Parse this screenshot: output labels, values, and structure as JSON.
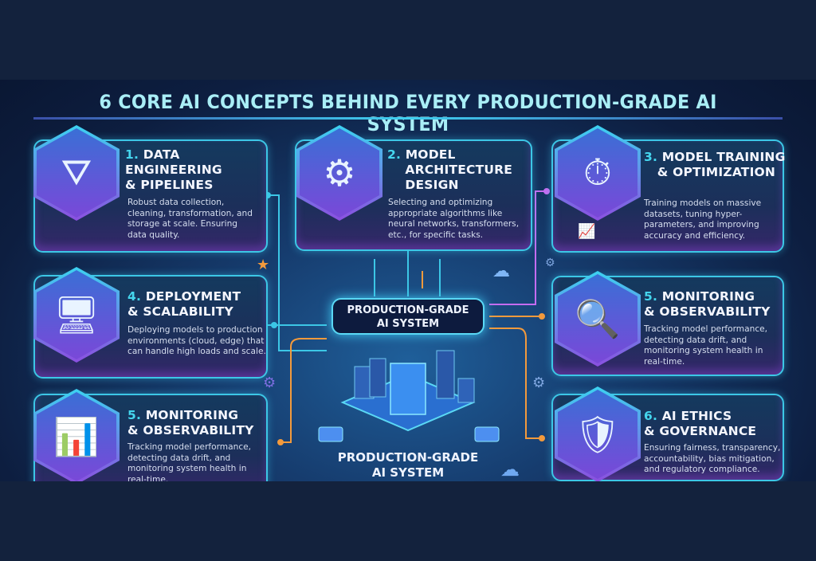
{
  "title": "6 CORE AI CONCEPTS BEHIND EVERY PRODUCTION-GRADE AI SYSTEM",
  "colors": {
    "accent_cyan": "#3cc7e6",
    "accent_orange": "#f39a3c",
    "accent_purple": "#8b4fe0",
    "background": "#0d1e40"
  },
  "cards": [
    {
      "num": "1.",
      "title_lines": [
        "DATA",
        "ENGINEERING",
        "& PIPELINES"
      ],
      "desc_lines": [
        "Robust data collection,",
        "cleaning, transformation, and",
        "storage at scale. Ensuring",
        "data quality."
      ],
      "icon": "funnel-database-icon"
    },
    {
      "num": "2.",
      "title_lines": [
        "MODEL",
        "ARCHITECTURE",
        "DESIGN"
      ],
      "desc_lines": [
        "Selecting and optimizing",
        "appropriate algorithms like",
        "neural networks, transformers,",
        "etc., for specific tasks."
      ],
      "icon": "brain-gears-icon"
    },
    {
      "num": "3.",
      "title_lines": [
        "MODEL TRAINING",
        "& OPTIMIZATION"
      ],
      "desc_lines": [
        "Training models on massive",
        "datasets, tuning hyper-",
        "parameters, and improving",
        "accuracy and efficiency."
      ],
      "icon": "stopwatch-dumbbell-icon"
    },
    {
      "num": "4.",
      "title_lines": [
        "DEPLOYMENT",
        "& SCALABILITY"
      ],
      "desc_lines": [
        "Deploying models to production",
        "environments (cloud, edge) that",
        "can handle high loads and scale."
      ],
      "icon": "monitor-container-icon"
    },
    {
      "num": "5.",
      "title_lines": [
        "MONITORING",
        "& OBSERVABILITY"
      ],
      "desc_lines": [
        "Tracking model performance,",
        "detecting data drift, and",
        "monitoring system health in",
        "real-time."
      ],
      "icon": "magnifier-chart-icon"
    },
    {
      "num": "5.",
      "title_lines": [
        "MONITORING",
        "& OBSERVABILITY"
      ],
      "desc_lines": [
        "Tracking model performance,",
        "detecting data drift, and",
        "monitoring system health in",
        "real-time."
      ],
      "icon": "magnifier-pie-chart-icon"
    },
    {
      "num": "6.",
      "title_lines": [
        "AI ETHICS",
        "& GOVERNANCE"
      ],
      "desc_lines": [
        "Ensuring fairness, transparency,",
        "accountability, bias mitigation,",
        "and regulatory compliance."
      ],
      "icon": "shield-people-icon"
    }
  ],
  "center": {
    "label_lines": [
      "PRODUCTION-GRADE",
      "AI SYSTEM"
    ],
    "bottom_lines": [
      "PRODUCTION-GRADE",
      "AI SYSTEM"
    ]
  }
}
